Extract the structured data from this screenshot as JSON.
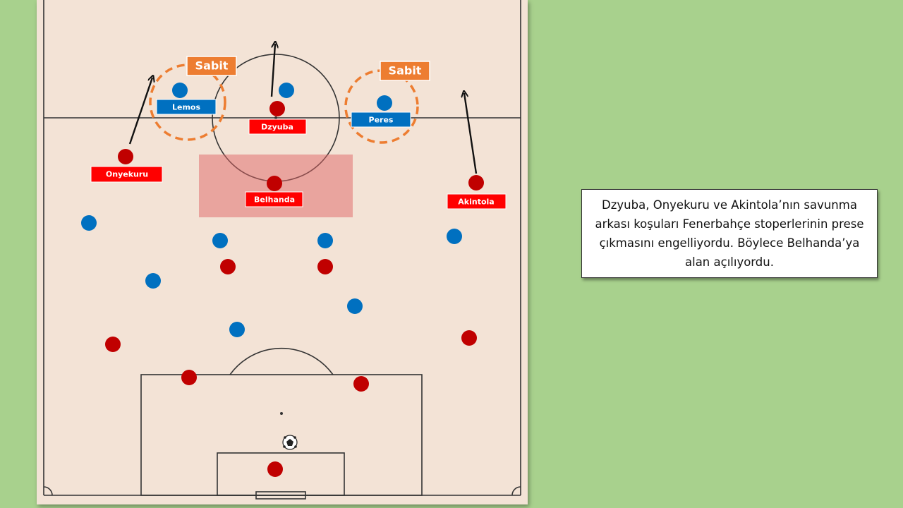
{
  "labels": {
    "sabit_left": "Sabit",
    "sabit_right": "Sabit",
    "lemos": "Lemos",
    "peres": "Peres",
    "dzyuba": "Dzyuba",
    "onyekuru": "Onyekuru",
    "belhanda": "Belhanda",
    "akintola": "Akintola"
  },
  "note": {
    "text": "Dzyuba, Onyekuru ve Akintola’nın savunma arkası koşuları Fenerbahçe stoperlerinin prese çıkmasını engelliyordu. Böylece Belhanda’ya alan açılıyordu."
  },
  "colors": {
    "team_red": "#c00000",
    "team_blue": "#0070c0",
    "label_red": "#ff0000",
    "label_blue": "#0070c0",
    "sabit": "#ed7d31",
    "zone": "#e06666",
    "pitch": "#f3e3d6",
    "background": "#a8d18d"
  }
}
